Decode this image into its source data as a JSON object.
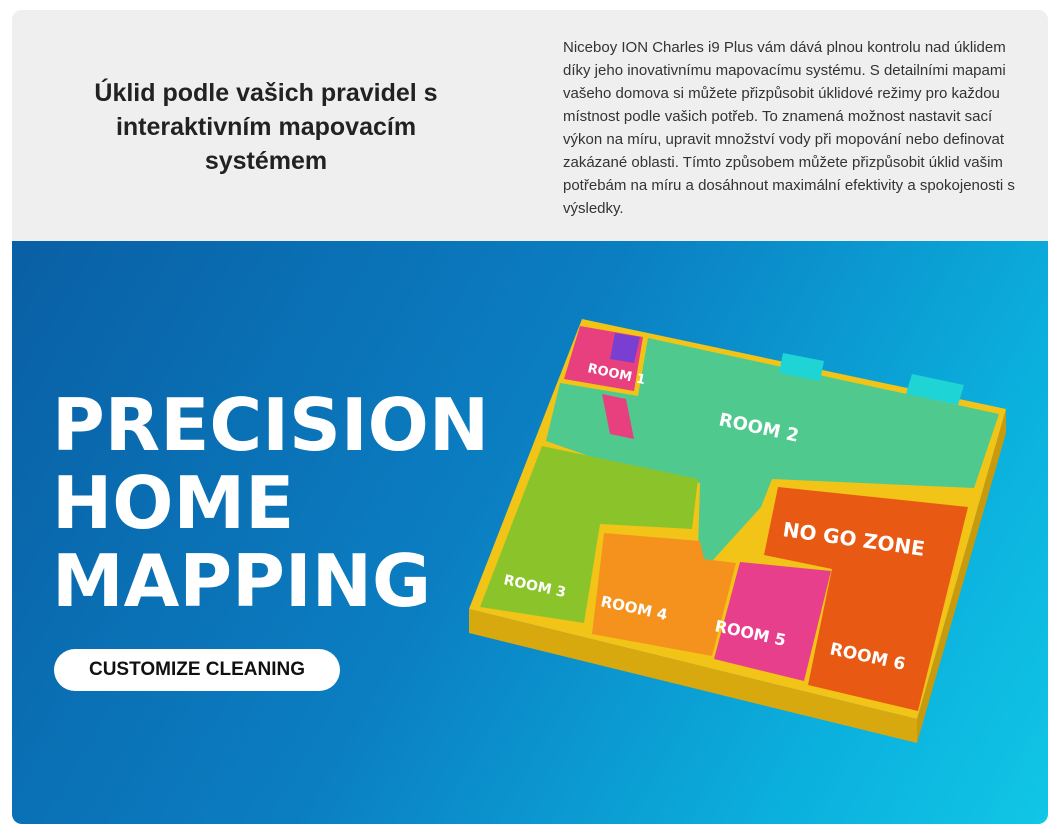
{
  "intro": {
    "heading": "Úklid podle vašich pravidel s interaktivním mapovacím systémem",
    "description": "Niceboy ION Charles i9 Plus vám dává plnou kontrolu nad úklidem díky jeho inovativnímu mapovacímu systému. S detailními mapami vašeho domova si můžete přizpůsobit úklidové režimy pro každou místnost podle vašich potřeb. To znamená možnost nastavit sací výkon na míru, upravit množství vody při mopování nebo definovat zakázané oblasti. Tímto způsobem můžete přizpůsobit úklid vašim potřebám na míru a dosáhnout maximální efektivity a spokojenosti s výsledky."
  },
  "hero": {
    "title_line1": "PRECISION",
    "title_line2": "HOME",
    "title_line3": "MAPPING",
    "cta_label": "CUSTOMIZE CLEANING"
  },
  "floorplan": {
    "rooms": {
      "room1": "ROOM 1",
      "room2": "ROOM 2",
      "room3": "ROOM 3",
      "room4": "ROOM 4",
      "room5": "ROOM 5",
      "room6": "ROOM 6",
      "no_go": "NO GO ZONE"
    },
    "colors": {
      "walls": "#f2c417",
      "room1": "#e8407e",
      "room2": "#4fc98e",
      "room3": "#8bc42a",
      "room4": "#f5921e",
      "room5": "#e83f8c",
      "room6": "#e85a14"
    }
  }
}
